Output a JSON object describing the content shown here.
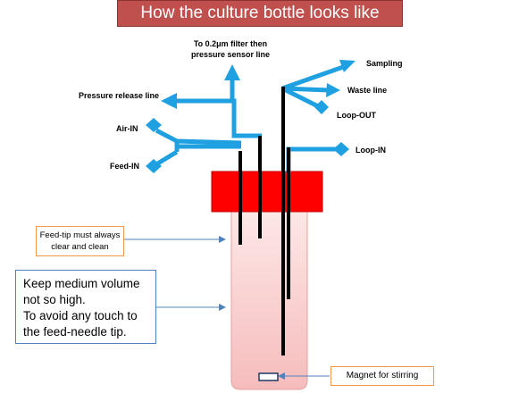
{
  "title": "How the culture bottle looks like",
  "lines": {
    "filter_line": [
      "To 0.2μm  filter then",
      "pressure sensor line"
    ],
    "sampling": "Sampling",
    "waste_line": "Waste line",
    "loop_out": "Loop-OUT",
    "pressure_release": "Pressure release line",
    "air_in": "Air-IN",
    "feed_in": "Feed-IN",
    "loop_in": "Loop-IN"
  },
  "notes": {
    "feed_tip": [
      "Feed-tip must always",
      "clear and clean"
    ],
    "medium_volume": [
      "Keep medium volume",
      "not so high.",
      "To avoid any touch to",
      "the feed-needle tip."
    ],
    "magnet": "Magnet for stirring"
  },
  "colors": {
    "banner": "#c0504d",
    "arrows": "#1fa0e0",
    "cap": "#ff0000",
    "bottle": "#fad4d4",
    "needles": "#000000",
    "note_orange": "#f79646",
    "note_blue": "#4f81bd"
  }
}
